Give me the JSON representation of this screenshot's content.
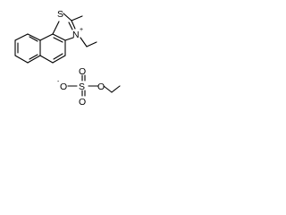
{
  "diagram": {
    "type": "chemical-structure",
    "cation": {
      "atoms": {
        "sulfur": "S",
        "nitrogen": "N",
        "nitrogen_charge": "+"
      }
    },
    "anion": {
      "atoms": {
        "oxygen_charged": "O",
        "oxygen_charge": "-",
        "sulfur": "S",
        "oxygen_top": "O",
        "oxygen_bottom": "O",
        "oxygen_ester": "O"
      }
    },
    "colors": {
      "bonds": "#000000",
      "labels": "#000000",
      "background": "#ffffff"
    }
  }
}
